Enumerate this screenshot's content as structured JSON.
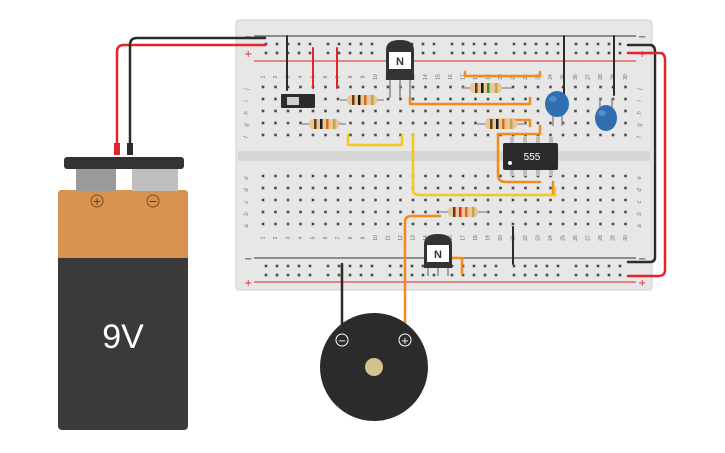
{
  "battery": {
    "label": "9V",
    "plus": "+",
    "minus": "−"
  },
  "chip": {
    "label": "555"
  },
  "transistor_top": {
    "label": "N"
  },
  "transistor_bottom": {
    "label": "N"
  },
  "buzzer": {
    "minus": "−",
    "plus": "+"
  },
  "breadboard": {
    "rail_minus": "−",
    "rail_plus": "+",
    "rows_top": [
      "j",
      "i",
      "h",
      "g",
      "f"
    ],
    "rows_bottom": [
      "e",
      "d",
      "c",
      "b",
      "a"
    ],
    "columns": [
      "1",
      "2",
      "3",
      "4",
      "5",
      "6",
      "7",
      "8",
      "9",
      "10",
      "11",
      "12",
      "13",
      "14",
      "15",
      "16",
      "17",
      "18",
      "19",
      "20",
      "21",
      "22",
      "23",
      "24",
      "25",
      "26",
      "27",
      "28",
      "29",
      "30"
    ]
  },
  "colors": {
    "wire_red": "#e0252b",
    "wire_black": "#2b2b2b",
    "wire_orange": "#f08c1c",
    "wire_yellow": "#f2c81a",
    "battery_copper": "#d99350",
    "battery_body": "#3a3a3a",
    "capacitor": "#2f6fb0"
  },
  "icons": [
    "battery-icon",
    "npn-transistor-icon",
    "ic-chip-icon",
    "buzzer-icon",
    "resistor-icon",
    "capacitor-icon",
    "slide-switch-icon"
  ]
}
